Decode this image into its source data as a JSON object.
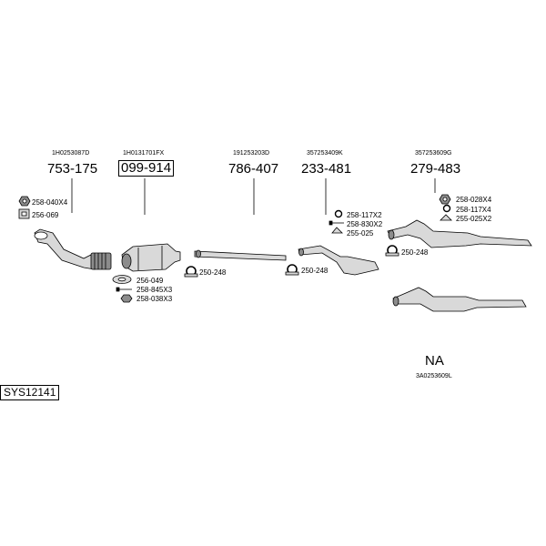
{
  "system_code": "SYS12141",
  "parts": [
    {
      "oem": "1H0253087D",
      "part_no": "753-175",
      "accessories": [
        "258-040X4",
        "256-069"
      ]
    },
    {
      "oem": "1H0131701FX",
      "part_no": "099-914",
      "accessories": [
        "256-049",
        "258-845X3",
        "258-038X3"
      ]
    },
    {
      "oem": "191253203D",
      "part_no": "786-407",
      "accessories": [
        "250-248"
      ]
    },
    {
      "oem": "357253409K",
      "part_no": "233-481",
      "accessories": [
        "258-117X2",
        "258-830X2",
        "255-025",
        "250-248"
      ]
    },
    {
      "oem": "357253609G",
      "part_no": "279-483",
      "accessories": [
        "258-028X4",
        "258-117X4",
        "255-025X2",
        "250-248"
      ]
    },
    {
      "oem": "3A0253609L",
      "part_no": "NA"
    }
  ],
  "colors": {
    "line": "#000000",
    "part_fill": "#d9d9d9",
    "part_dark": "#8c8c8c"
  }
}
